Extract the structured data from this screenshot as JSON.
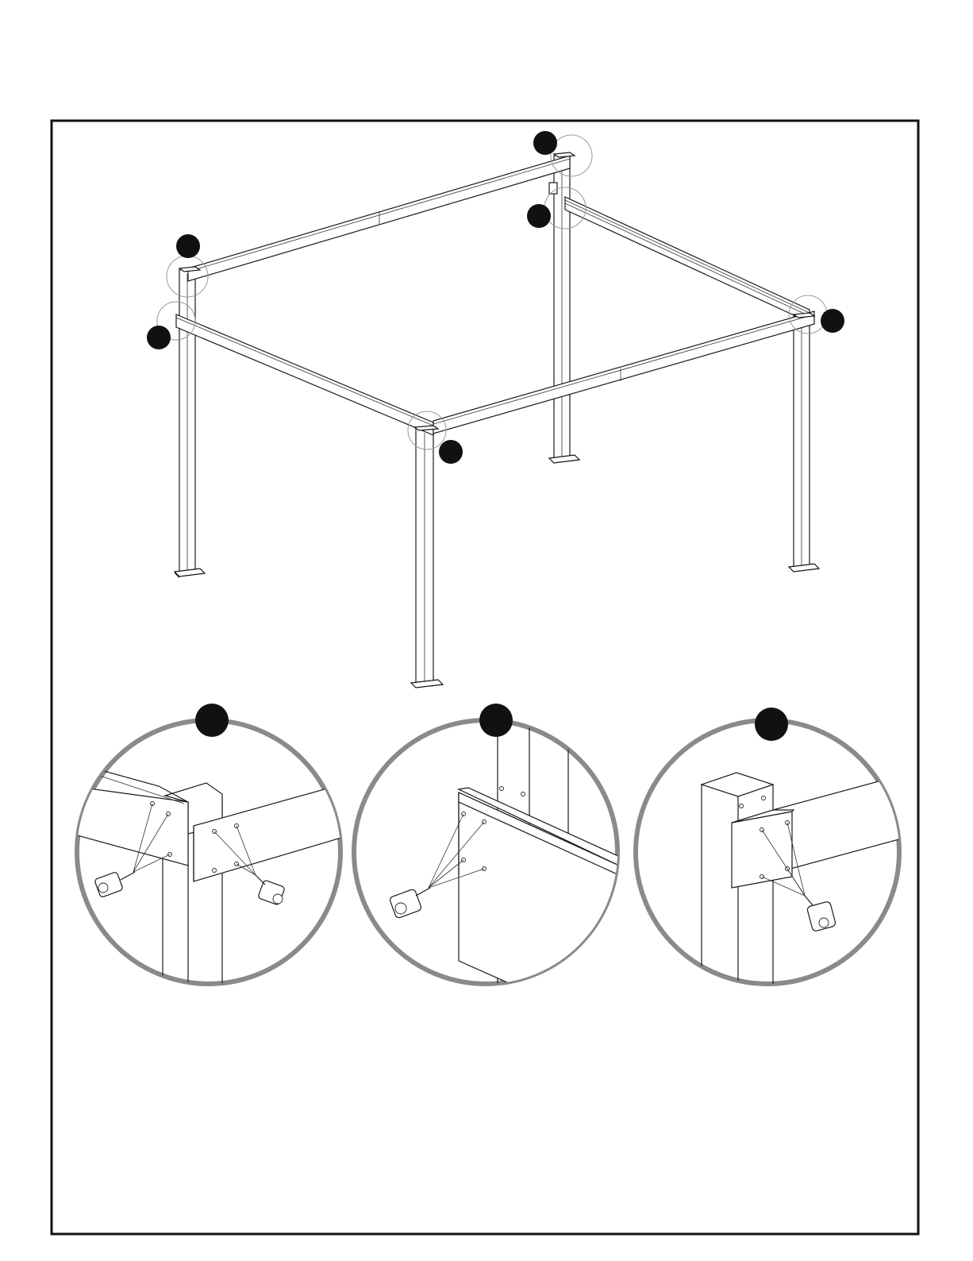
{
  "figure": {
    "frame": {
      "stroke": "#111111"
    },
    "callouts": {
      "color": "#111111",
      "marker_count": 6,
      "detail_count": 3
    },
    "detail_ring_color": "#8a8a8a",
    "guide_circle_color": "#9a9a9a",
    "parts": [
      "corner-post",
      "side-beam",
      "end-beam",
      "base-plate",
      "bolt"
    ]
  }
}
